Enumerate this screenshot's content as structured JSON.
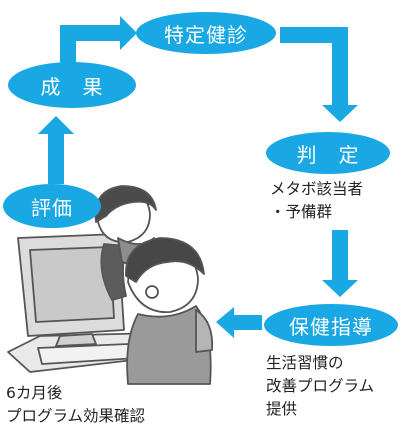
{
  "colors": {
    "accent": "#1aa8e4",
    "text": "#222222"
  },
  "cycle": {
    "checkup": "特定健診",
    "judgment": "判　定",
    "guidance": "保健指導",
    "evaluation": "評価",
    "result": "成　果"
  },
  "captions": {
    "judgment": [
      "メタボ該当者",
      "・予備群"
    ],
    "guidance": [
      "生活習慣の",
      "改善プログラム",
      "提供"
    ],
    "evaluation": [
      "6カ月後",
      "プログラム効果確認"
    ]
  },
  "illustration": {
    "description_icon": "people-at-computer-illustration"
  }
}
